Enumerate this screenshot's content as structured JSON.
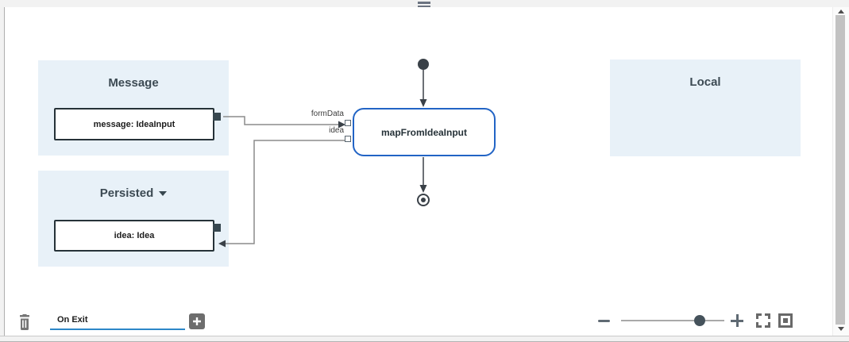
{
  "header": {
    "drag_handle_icon": "drag-handle-icon"
  },
  "mapper": {
    "panels": [
      {
        "title": "Message",
        "variables": [
          {
            "label": "message: IdeaInput"
          }
        ]
      },
      {
        "title": "Persisted",
        "has_dropdown": true,
        "variables": [
          {
            "label": "idea: Idea"
          }
        ]
      },
      {
        "title": "Local",
        "variables": []
      }
    ],
    "node": {
      "label": "mapFromIdeaInput",
      "ports": [
        {
          "label": "formData"
        },
        {
          "label": "idea"
        }
      ]
    },
    "flow_markers": [
      "initial-state",
      "final-state"
    ]
  },
  "footer": {
    "tab_label": "On Exit",
    "delete_icon": "trash-icon",
    "add_icon": "plus-icon"
  },
  "zoom_controls": {
    "slider_pct": 76,
    "icons": [
      "zoom-out-icon",
      "zoom-in-icon",
      "fullscreen-icon",
      "fit-view-icon"
    ]
  },
  "colors": {
    "panel_bg": "#e8f1f8",
    "node_border": "#2264c5",
    "box_border": "#263238",
    "input_underline": "#2d87c8",
    "connector_gray": "#8c8c8c",
    "flow_dark": "#3a4148",
    "icon_gray": "#696969",
    "chrome_gray": "#f2f2f2"
  }
}
